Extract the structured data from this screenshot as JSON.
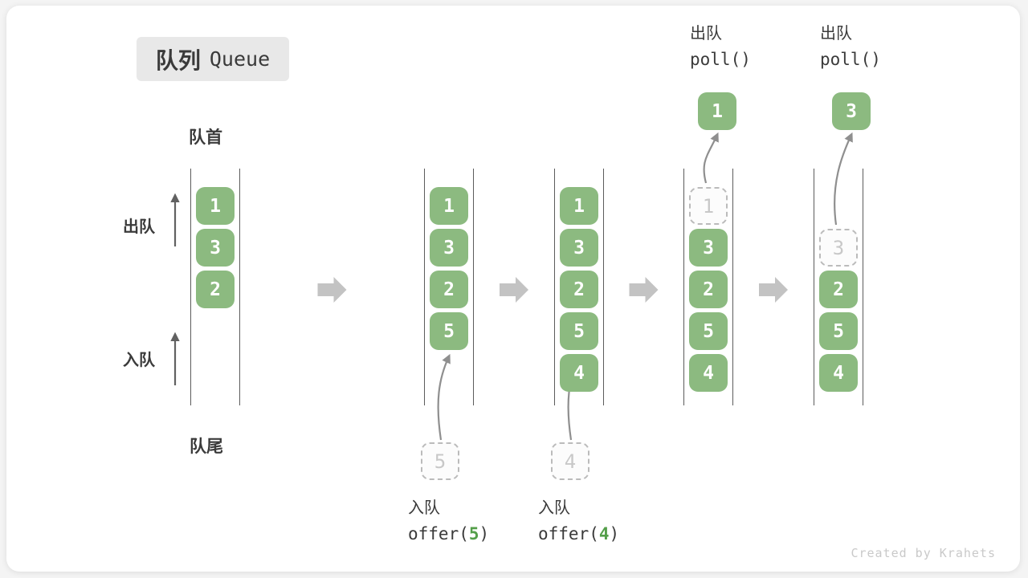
{
  "title": {
    "zh": "队列",
    "en": "Queue"
  },
  "labels": {
    "head": "队首",
    "tail": "队尾",
    "dequeue": "出队",
    "enqueue": "入队"
  },
  "credit": "Created by Krahets",
  "colors": {
    "box_green": "#8cba80",
    "code_green": "#549f4a",
    "channel_line": "#5c5c5c",
    "curve_arrow": "#8f8f8f",
    "side_arrow": "#616161",
    "block_arrow": "#c3c3c3",
    "title_bg": "#e8e8e8",
    "text_dark": "#3a3a3a",
    "dashed_border": "#bbbbbb",
    "dashed_text": "#c8c8c8"
  },
  "states": [
    {
      "slots": [
        {
          "value": "1",
          "style": "solid"
        },
        {
          "value": "3",
          "style": "solid"
        },
        {
          "value": "2",
          "style": "solid"
        }
      ]
    },
    {
      "slots": [
        {
          "value": "1",
          "style": "solid"
        },
        {
          "value": "3",
          "style": "solid"
        },
        {
          "value": "2",
          "style": "solid"
        },
        {
          "value": "5",
          "style": "solid"
        }
      ],
      "op": {
        "type": "enqueue",
        "label": "入队",
        "code_before": "offer(",
        "code_arg": "5",
        "code_after": ")",
        "pending": "5"
      }
    },
    {
      "slots": [
        {
          "value": "1",
          "style": "solid"
        },
        {
          "value": "3",
          "style": "solid"
        },
        {
          "value": "2",
          "style": "solid"
        },
        {
          "value": "5",
          "style": "solid"
        },
        {
          "value": "4",
          "style": "solid"
        }
      ],
      "op": {
        "type": "enqueue",
        "label": "入队",
        "code_before": "offer(",
        "code_arg": "4",
        "code_after": ")",
        "pending": "4"
      }
    },
    {
      "slots": [
        {
          "value": "1",
          "style": "dashed"
        },
        {
          "value": "3",
          "style": "solid"
        },
        {
          "value": "2",
          "style": "solid"
        },
        {
          "value": "5",
          "style": "solid"
        },
        {
          "value": "4",
          "style": "solid"
        }
      ],
      "op": {
        "type": "dequeue",
        "label": "出队",
        "code": "poll()",
        "popped": "1"
      }
    },
    {
      "slots": [
        {
          "value": "",
          "style": "empty"
        },
        {
          "value": "3",
          "style": "dashed"
        },
        {
          "value": "2",
          "style": "solid"
        },
        {
          "value": "5",
          "style": "solid"
        },
        {
          "value": "4",
          "style": "solid"
        }
      ],
      "op": {
        "type": "dequeue",
        "label": "出队",
        "code": "poll()",
        "popped": "3"
      }
    }
  ]
}
